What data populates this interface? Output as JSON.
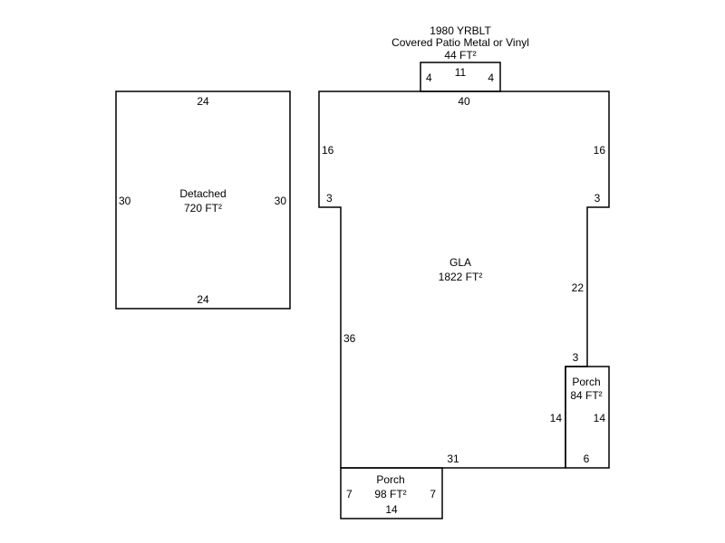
{
  "patio": {
    "line1": "1980 YRBLT",
    "line2": "Covered Patio Metal or Vinyl",
    "area": "44 FT²",
    "top": "11",
    "left": "4",
    "right": "4"
  },
  "detached": {
    "name": "Detached",
    "area": "720 FT²",
    "top": "24",
    "bottom": "24",
    "left": "30",
    "right": "30"
  },
  "gla": {
    "name": "GLA",
    "area": "1822 FT²",
    "top": "40",
    "left_upper": "16",
    "right_upper": "16",
    "left_notch": "3",
    "right_notch": "3",
    "left_lower": "36",
    "right_lower": "22",
    "porch_top": "3",
    "inner_side": "14",
    "bottom": "31"
  },
  "porch_right": {
    "name": "Porch",
    "area": "84 FT²",
    "right": "14",
    "bottom": "6"
  },
  "porch_bottom": {
    "name": "Porch",
    "area": "98 FT²",
    "left": "7",
    "right": "7",
    "bottom": "14"
  }
}
